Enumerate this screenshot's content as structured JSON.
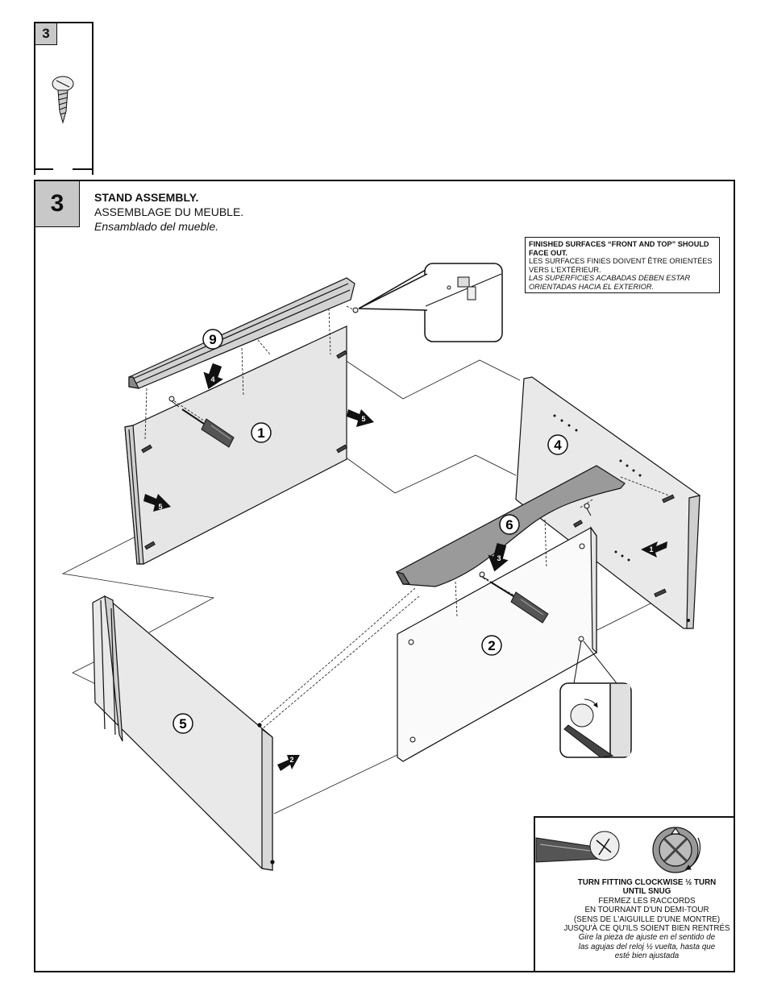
{
  "hardware": {
    "step_number": "3"
  },
  "step": {
    "number": "3",
    "title_en": "STAND ASSEMBLY.",
    "title_fr": "ASSEMBLAGE DU MEUBLE.",
    "title_es": "Ensamblado del mueble."
  },
  "note": {
    "en": "FINISHED SURFACES “FRONT AND TOP” SHOULD FACE OUT.",
    "fr": "LES SURFACES FINIES DOIVENT ÊTRE ORIENTÉES VERS L'EXTÉRIEUR.",
    "es": "LAS SUPERFICIES ACABADAS DEBEN ESTAR ORIENTADAS HACIA EL EXTERIOR."
  },
  "parts": {
    "p9": "9",
    "p1": "1",
    "p4": "4",
    "p6": "6",
    "p2": "2",
    "p5": "5"
  },
  "arrows": {
    "a4": "4",
    "a5_top": "5",
    "a5_left": "5",
    "a1": "1",
    "a3": "3",
    "a2": "2"
  },
  "tip": {
    "en_line1": "TURN FITTING CLOCKWISE ½ TURN",
    "en_line2": "UNTIL SNUG",
    "fr_line1": "FERMEZ LES RACCORDS",
    "fr_line2": "EN TOURNANT D'UN DEMI-TOUR",
    "fr_line3": "(SENS DE L'AIGUILLE D'UNE MONTRE)",
    "fr_line4": "JUSQU'À CE QU'ILS SOIENT BIEN  RENTRÉS",
    "es_line1": "Gire la pieza de ajuste en el sentido de",
    "es_line2": "las agujas del reloj ½ vuelta, hasta que",
    "es_line3": "esté bien ajustada"
  }
}
